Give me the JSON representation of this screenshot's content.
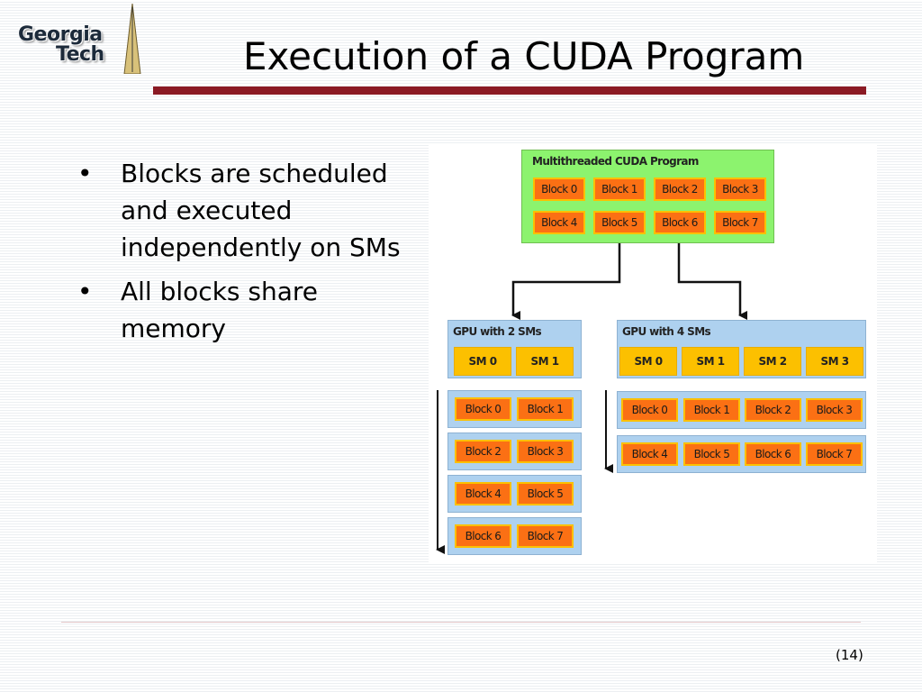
{
  "logo": {
    "line1": "Georgia",
    "line2": "Tech"
  },
  "slide": {
    "title": "Execution of a CUDA Program",
    "page_number": "(14)"
  },
  "bullets": [
    "Blocks are scheduled and executed independently on SMs",
    "All blocks share memory"
  ],
  "diagram": {
    "program": {
      "label": "Multithreaded CUDA Program",
      "blocks": [
        "Block 0",
        "Block 1",
        "Block 2",
        "Block 3",
        "Block 4",
        "Block 5",
        "Block 6",
        "Block 7"
      ]
    },
    "gpu2": {
      "label": "GPU with  2 SMs",
      "sms": [
        "SM 0",
        "SM 1"
      ],
      "rows": [
        [
          "Block 0",
          "Block 1"
        ],
        [
          "Block 2",
          "Block 3"
        ],
        [
          "Block 4",
          "Block 5"
        ],
        [
          "Block 6",
          "Block 7"
        ]
      ]
    },
    "gpu4": {
      "label": "GPU with 4 SMs",
      "sms": [
        "SM 0",
        "SM 1",
        "SM 2",
        "SM 3"
      ],
      "rows": [
        [
          "Block 0",
          "Block 1",
          "Block 2",
          "Block 3"
        ],
        [
          "Block 4",
          "Block 5",
          "Block 6",
          "Block 7"
        ]
      ]
    },
    "colors": {
      "program_bg": "#8cf36e",
      "block_bg": "#fb7014",
      "block_border": "#fcc000",
      "gpu_bg": "#aed1ef",
      "sm_bg": "#fcc000",
      "accent_rule": "#8b1a24"
    }
  }
}
